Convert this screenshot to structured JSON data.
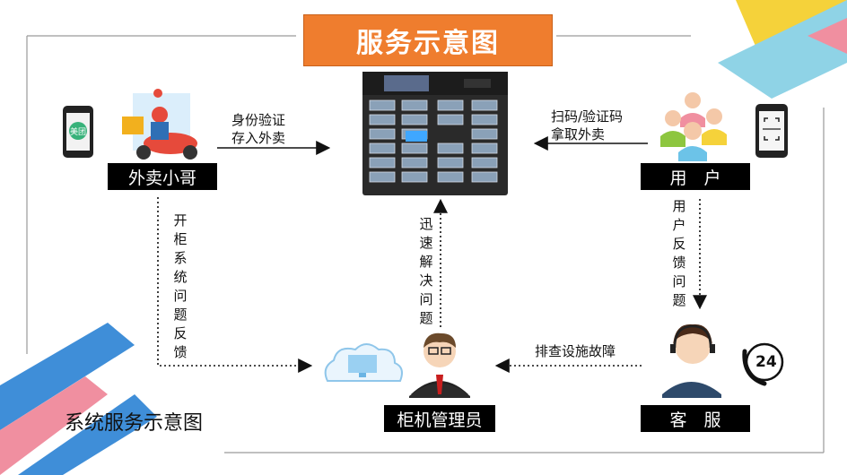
{
  "diagram": {
    "title": "服务示意图",
    "footer_title": "系统服务示意图",
    "nodes": {
      "courier": "外卖小哥",
      "user": "用　户",
      "admin": "柜机管理员",
      "service": "客　服"
    },
    "edges": {
      "courier_to_locker": [
        "身份验证",
        "存入外卖"
      ],
      "user_to_locker": [
        "扫码/验证码",
        "拿取外卖"
      ],
      "courier_to_admin": "开柜系统问题反馈",
      "user_to_service": "用户反馈问题",
      "admin_to_locker": "迅速解决问题",
      "service_to_admin": "排查设施故障"
    },
    "icons": {
      "phone_left_badge": "美团",
      "hotline_number": "24"
    },
    "colors": {
      "title_bg": "#ef7d2e",
      "label_bg": "#000000",
      "accent_blue": "#3f8ed8",
      "accent_yellow": "#f5d23a",
      "accent_pink": "#f08fa0",
      "accent_cyan": "#8fd3e6"
    }
  }
}
